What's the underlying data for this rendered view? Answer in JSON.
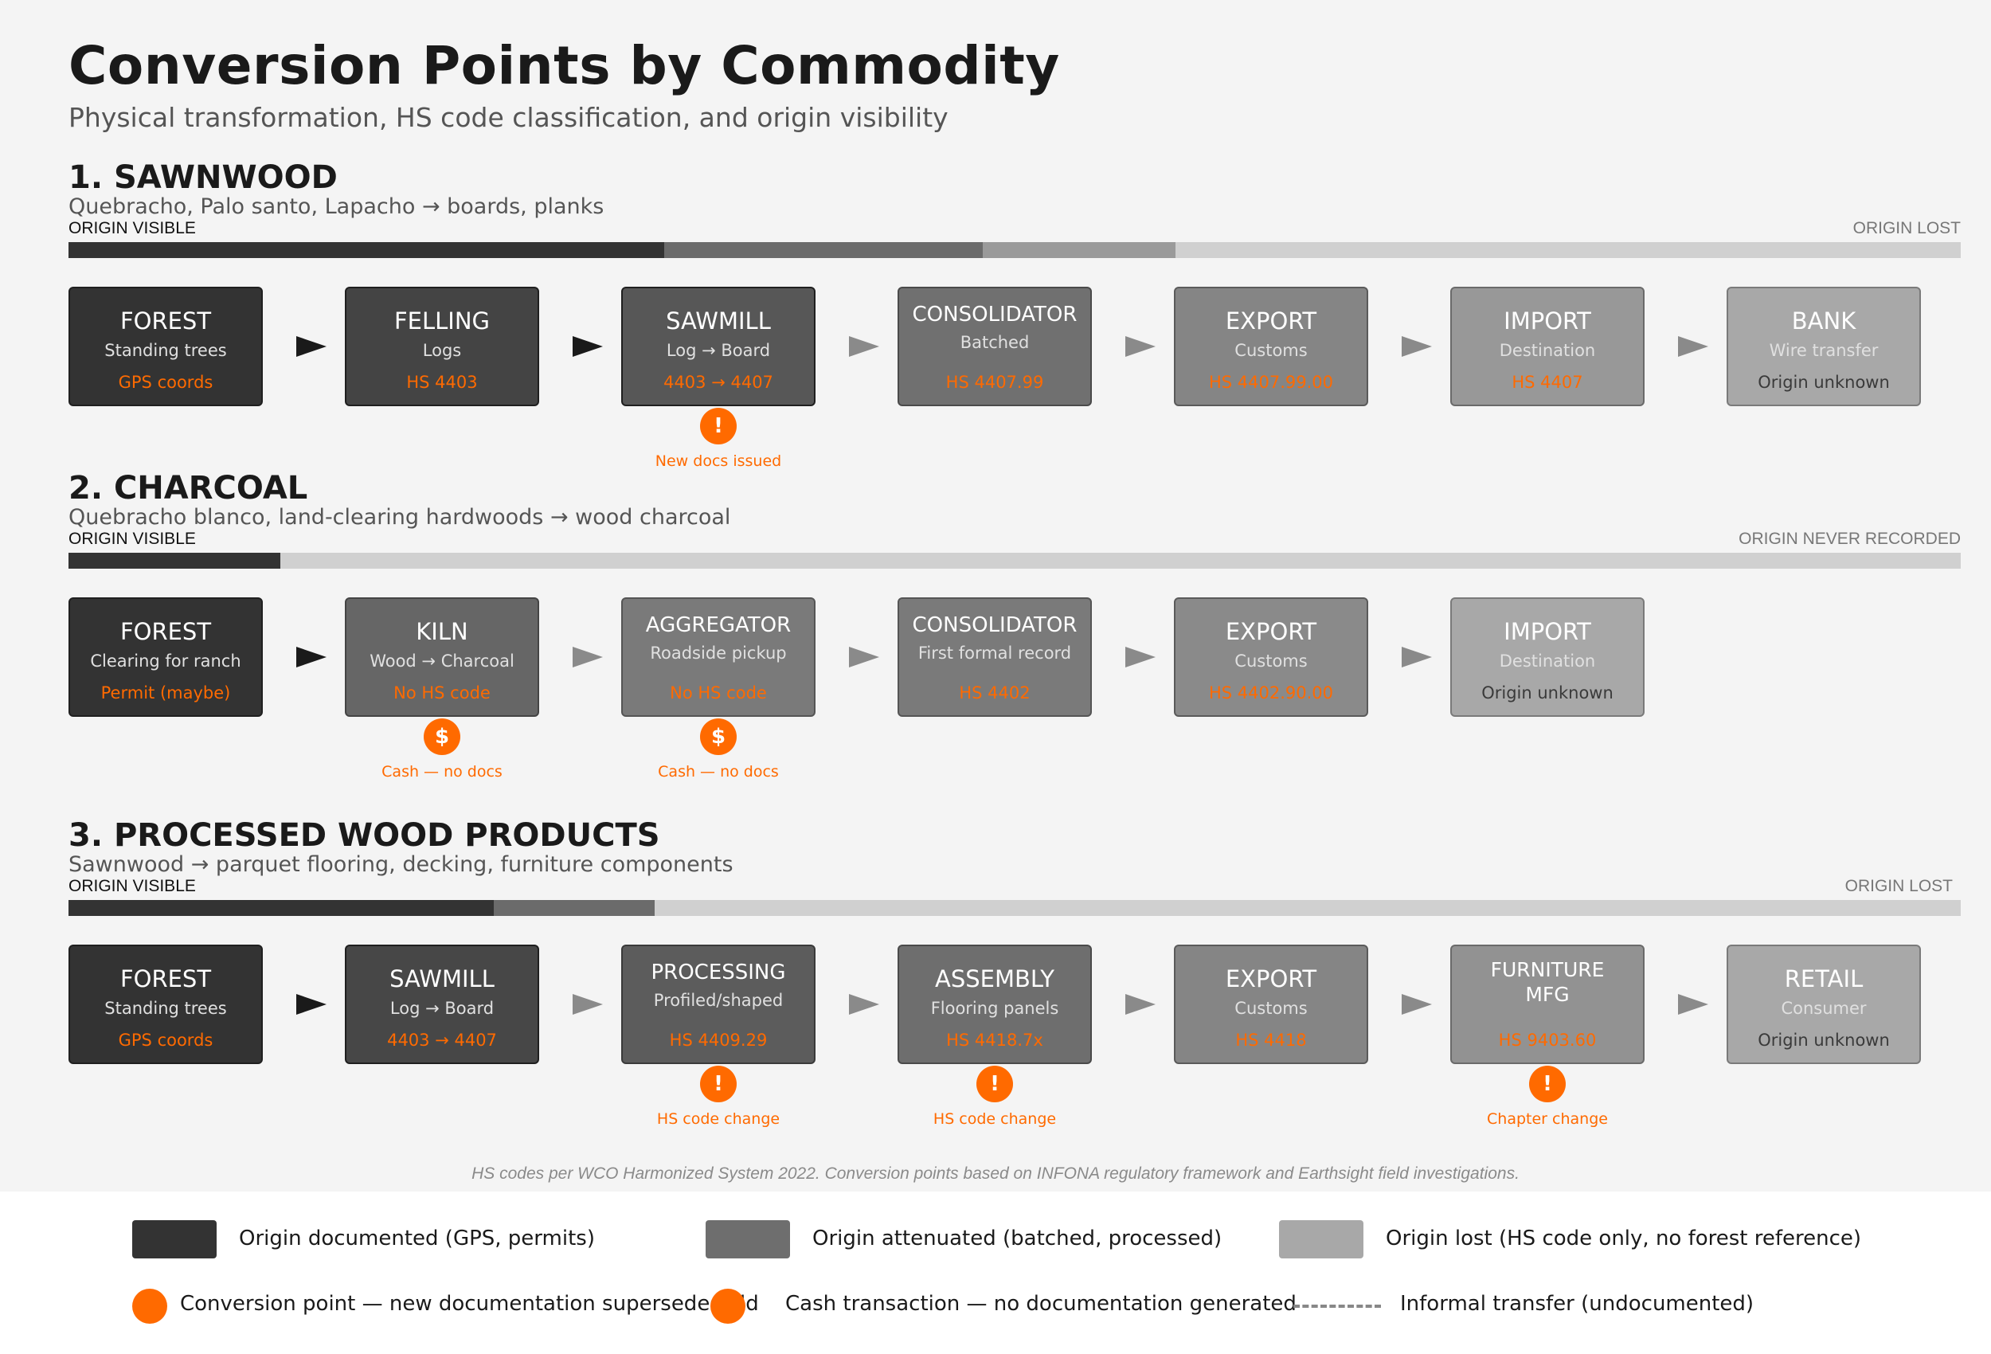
{
  "title": "Conversion Points by Commodity",
  "subtitle": "Physical transformation, HS code classification, and origin visibility",
  "colors": {
    "orange": "#ff6a00",
    "documented": "#333333",
    "attenuated": "#6e6e6e",
    "lost": "#a8a8a8"
  },
  "sections": [
    {
      "title": "1. SAWNWOOD",
      "subtitle": "Quebracho, Palo santo, Lapacho → boards, planks",
      "visible_label": "ORIGIN VISIBLE",
      "lost_label": "ORIGIN LOST",
      "origin_bar_fractions": {
        "documented": 0.315,
        "dark_attenuated": 0.169,
        "attenuated": 0.102,
        "lost": 0.414
      },
      "nodes": [
        {
          "name": "FOREST",
          "sub": "Standing trees",
          "code": "GPS coords"
        },
        {
          "name": "FELLING",
          "sub": "Logs",
          "code": "HS 4403"
        },
        {
          "name": "SAWMILL",
          "sub": "Log → Board",
          "code": "4403 → 4407"
        },
        {
          "name": "CONSOLIDATOR",
          "sub": "Batched",
          "code": "HS 4407.99"
        },
        {
          "name": "EXPORT",
          "sub": "Customs",
          "code": "HS 4407.99.00"
        },
        {
          "name": "IMPORT",
          "sub": "Destination",
          "code": "HS 4407"
        },
        {
          "name": "BANK",
          "sub": "Wire transfer",
          "code": "Origin unknown"
        }
      ],
      "badges": [
        {
          "icon": "!",
          "label": "New docs issued"
        }
      ]
    },
    {
      "title": "2. CHARCOAL",
      "subtitle": "Quebracho blanco, land-clearing hardwoods → wood charcoal",
      "visible_label": "ORIGIN VISIBLE",
      "lost_label": "ORIGIN NEVER RECORDED",
      "origin_bar_fractions": {
        "documented": 0.112,
        "lost": 0.888
      },
      "nodes": [
        {
          "name": "FOREST",
          "sub": "Clearing for ranch",
          "code": "Permit (maybe)"
        },
        {
          "name": "KILN",
          "sub": "Wood → Charcoal",
          "code": "No HS code"
        },
        {
          "name": "AGGREGATOR",
          "sub": "Roadside pickup",
          "code": "No HS code"
        },
        {
          "name": "CONSOLIDATOR",
          "sub": "First formal record",
          "code": "HS 4402"
        },
        {
          "name": "EXPORT",
          "sub": "Customs",
          "code": "HS 4402.90.00"
        },
        {
          "name": "IMPORT",
          "sub": "Destination",
          "code": "Origin unknown"
        }
      ],
      "badges": [
        {
          "icon": "$",
          "label": "Cash — no docs"
        },
        {
          "icon": "$",
          "label": "Cash — no docs"
        }
      ]
    },
    {
      "title": "3. PROCESSED WOOD PRODUCTS",
      "subtitle": "Sawnwood → parquet flooring, decking, furniture components",
      "visible_label": "ORIGIN VISIBLE",
      "lost_label": "ORIGIN LOST",
      "origin_bar_fractions": {
        "documented": 0.225,
        "attenuated": 0.085,
        "lost": 0.69
      },
      "nodes": [
        {
          "name": "FOREST",
          "sub": "Standing trees",
          "code": "GPS coords"
        },
        {
          "name": "SAWMILL",
          "sub": "Log → Board",
          "code": "4403 → 4407"
        },
        {
          "name": "PROCESSING",
          "sub": "Profiled/shaped",
          "code": "HS 4409.29"
        },
        {
          "name": "ASSEMBLY",
          "sub": "Flooring panels",
          "code": "HS 4418.7x"
        },
        {
          "name": "EXPORT",
          "sub": "Customs",
          "code": "HS 4418"
        },
        {
          "name": "FURNITURE",
          "name2": "MFG",
          "code": "HS 9403.60"
        },
        {
          "name": "RETAIL",
          "sub": "Consumer",
          "code": "Origin unknown"
        }
      ],
      "badges": [
        {
          "icon": "!",
          "label": "HS code change"
        },
        {
          "icon": "!",
          "label": "HS code change"
        },
        {
          "icon": "!",
          "label": "Chapter change"
        }
      ]
    }
  ],
  "footnote": "HS codes per WCO Harmonized System 2022. Conversion points based on INFONA regulatory framework and Earthsight field investigations.",
  "legend": {
    "documented": "Origin documented (GPS, permits)",
    "attenuated": "Origin attenuated (batched, processed)",
    "lost": "Origin lost (HS code only, no forest reference)",
    "conversion": "Conversion point — new documentation supersedes old",
    "cash": "Cash transaction — no documentation generated",
    "informal": "Informal transfer (undocumented)"
  }
}
